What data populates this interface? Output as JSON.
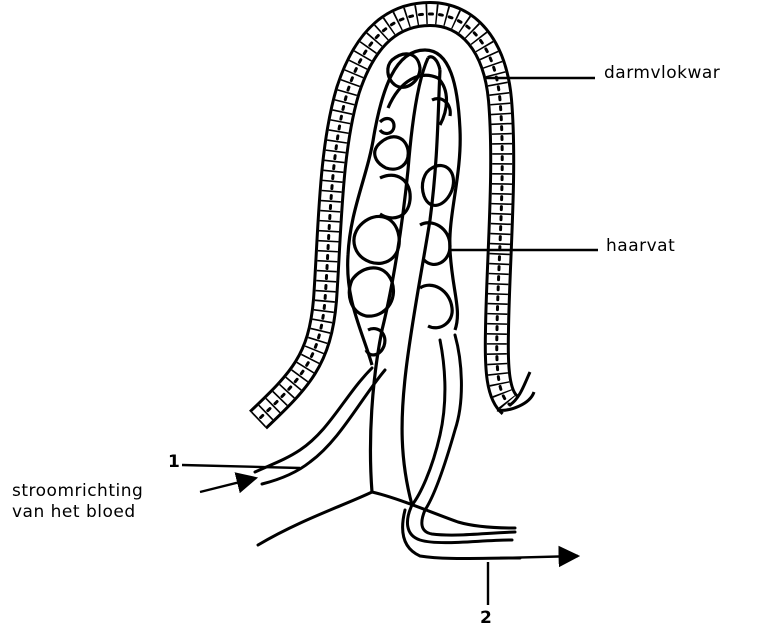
{
  "labels": {
    "villus_wall": "darmvlokwar",
    "capillary": "haarvat",
    "marker_1": "1",
    "marker_2": "2",
    "flow_line1": "stroomrichting",
    "flow_line2": "van het bloed"
  },
  "colors": {
    "ink": "#000000",
    "paper": "#ffffff"
  }
}
